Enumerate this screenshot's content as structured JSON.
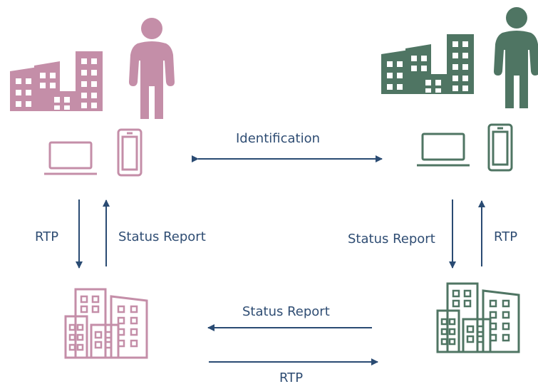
{
  "colors": {
    "left_party": "#c48ea8",
    "right_party": "#4f7563",
    "arrow": "#2a4b73",
    "text": "#2f4d73",
    "background": "#ffffff"
  },
  "icons": {
    "left_top": [
      "city-buildings-icon",
      "person-icon",
      "laptop-icon",
      "smartphone-icon"
    ],
    "right_top": [
      "city-buildings-icon",
      "person-icon",
      "laptop-icon",
      "smartphone-icon"
    ],
    "left_bottom": "office-buildings-icon",
    "right_bottom": "office-buildings-icon"
  },
  "labels": {
    "identification": "Identification",
    "left_down": "RTP",
    "left_up": "Status Report",
    "right_down": "Status Report",
    "right_up": "RTP",
    "bottom_to_left": "Status Report",
    "bottom_to_right": "RTP"
  }
}
